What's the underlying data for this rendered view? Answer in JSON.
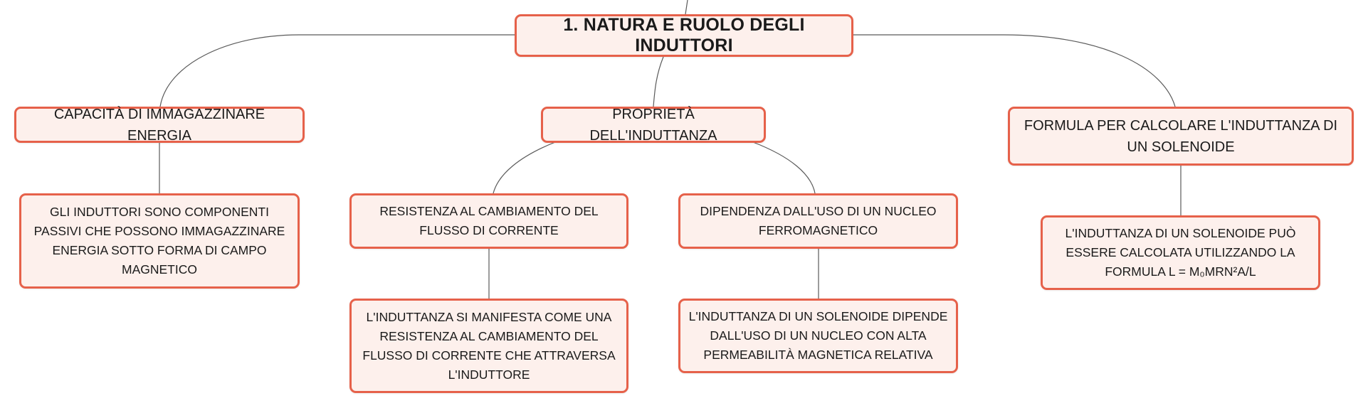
{
  "diagram": {
    "root": "1. NATURA E RUOLO DEGLI INDUTTORI",
    "branches": {
      "capacity": {
        "label": "CAPACITÀ DI IMMAGAZZINARE ENERGIA",
        "detail": "GLI INDUTTORI SONO COMPONENTI PASSIVI CHE POSSONO IMMAGAZZINARE ENERGIA SOTTO FORMA DI CAMPO MAGNETICO"
      },
      "properties": {
        "label": "PROPRIETÀ DELL'INDUTTANZA",
        "resistance": {
          "label": "RESISTENZA AL CAMBIAMENTO DEL FLUSSO DI CORRENTE",
          "detail": "L'INDUTTANZA SI MANIFESTA COME UNA RESISTENZA AL CAMBIAMENTO DEL FLUSSO DI CORRENTE CHE ATTRAVERSA L'INDUTTORE"
        },
        "core": {
          "label": "DIPENDENZA DALL'USO DI UN NUCLEO FERROMAGNETICO",
          "detail": "L'INDUTTANZA DI UN SOLENOIDE DIPENDE DALL'USO DI UN NUCLEO CON ALTA PERMEABILITÀ MAGNETICA RELATIVA"
        }
      },
      "formula": {
        "label": "FORMULA PER CALCOLARE L'INDUTTANZA DI UN SOLENOIDE",
        "detail": "L'INDUTTANZA DI UN SOLENOIDE PUÒ ESSERE CALCOLATA UTILIZZANDO LA FORMULA L = M₀MRN²A/L"
      }
    },
    "colors": {
      "node_border": "#e6614a",
      "node_fill": "#fdf0ec",
      "connector": "#5a5a5a"
    }
  }
}
